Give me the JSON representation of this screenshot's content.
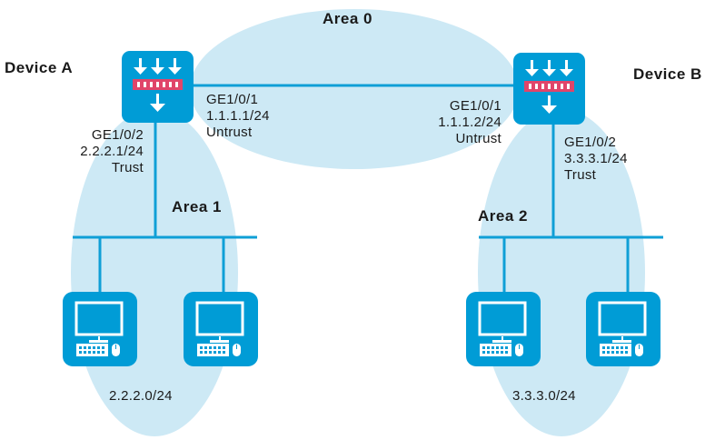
{
  "colors": {
    "area_fill": "#cde9f5",
    "device_blue": "#009cd6",
    "line_blue": "#0f9fd6",
    "port_red": "#e0456a",
    "text": "#1a1a1a"
  },
  "areas": [
    {
      "name": "Area 0"
    },
    {
      "name": "Area 1"
    },
    {
      "name": "Area 2"
    }
  ],
  "devices": [
    {
      "name": "Device A",
      "icon": "firewall-icon",
      "interfaces": [
        {
          "port": "GE1/0/1",
          "ip": "1.1.1.1/24",
          "zone": "Untrust"
        },
        {
          "port": "GE1/0/2",
          "ip": "2.2.2.1/24",
          "zone": "Trust"
        }
      ]
    },
    {
      "name": "Device B",
      "icon": "firewall-icon",
      "interfaces": [
        {
          "port": "GE1/0/1",
          "ip": "1.1.1.2/24",
          "zone": "Untrust"
        },
        {
          "port": "GE1/0/2",
          "ip": "3.3.3.1/24",
          "zone": "Trust"
        }
      ]
    }
  ],
  "subnets": [
    {
      "label": "2.2.2.0/24",
      "hosts": [
        "pc-icon",
        "pc-icon"
      ]
    },
    {
      "label": "3.3.3.0/24",
      "hosts": [
        "pc-icon",
        "pc-icon"
      ]
    }
  ]
}
